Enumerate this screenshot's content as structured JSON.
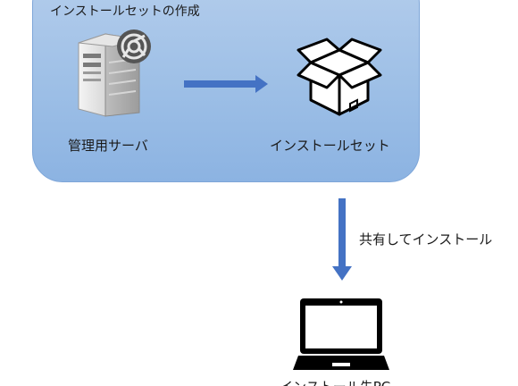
{
  "group": {
    "title": "インストールセットの作成"
  },
  "nodes": {
    "server_label": "管理用サーバ",
    "installset_label": "インストールセット",
    "pc_label": "インストール先PC"
  },
  "edges": {
    "share_label": "共有してインストール"
  },
  "icons": {
    "server": "server-with-chrome-badge-icon",
    "box": "package-box-icon",
    "laptop": "laptop-icon"
  },
  "colors": {
    "group_fill": "#9dbfe6",
    "arrow": "#4472c4"
  }
}
